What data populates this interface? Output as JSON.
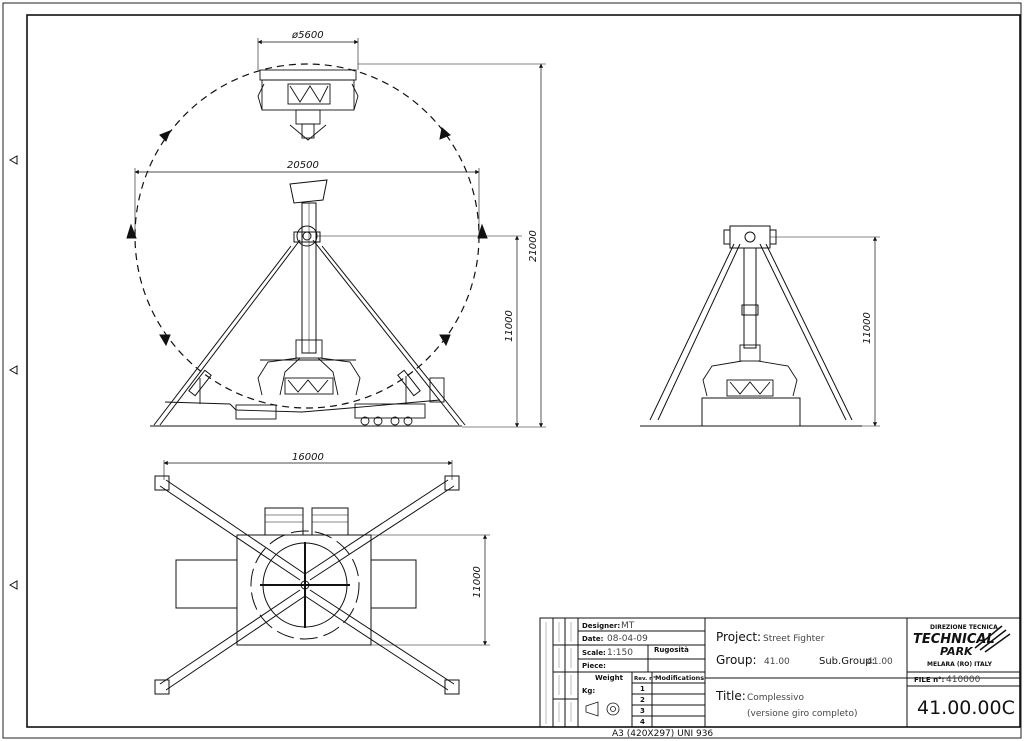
{
  "dimensions": {
    "top_diameter": "ø5600",
    "span_width": "20500",
    "total_height": "21000",
    "front_height": "11000",
    "side_height": "11000",
    "plan_width": "16000",
    "plan_height": "11000"
  },
  "title_block": {
    "designer_label": "Designer:",
    "designer": "MT",
    "date_label": "Date:",
    "date": "08-04-09",
    "scale_label": "Scale:",
    "scale": "1:150",
    "roughness_label": "Rugosità",
    "piece_label": "Piece:",
    "weight_label": "Weight",
    "kg_label": "Kg:",
    "rev_label": "Rev. n°",
    "modifications_label": "Modifications",
    "rev_numbers": [
      "1",
      "2",
      "3",
      "4"
    ],
    "project_label": "Project:",
    "project": "Street Fighter",
    "group_label": "Group:",
    "group": "41.00",
    "subgroup_label": "Sub.Group:",
    "subgroup": "41.00",
    "title_label": "Title:",
    "title_line1": "Complessivo",
    "title_line2": "(versione giro completo)",
    "company_top": "DIREZIONE TECNICA",
    "company_name1": "TECHNICAL",
    "company_name2": "PARK",
    "company_address": "MELARA (RO) ITALY",
    "file_label": "FILE n°:",
    "file_no": "410000",
    "drawing_no": "41.00.00C",
    "sheet_format": "A3  (420X297)  UNI  936"
  }
}
